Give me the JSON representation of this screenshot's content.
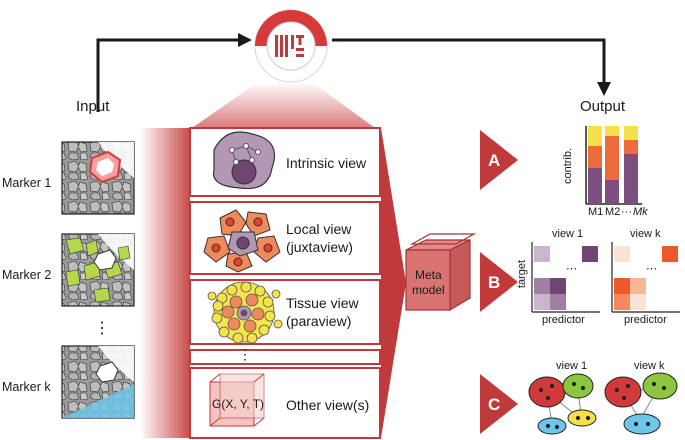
{
  "header": {
    "input_label": "Input",
    "output_label": "Output"
  },
  "markers": [
    {
      "label": "Marker 1"
    },
    {
      "label": "Marker 2"
    },
    {
      "label": "Marker k"
    }
  ],
  "marker_ellipsis": "⋮",
  "views": [
    {
      "line1": "Intrinsic view",
      "line2": ""
    },
    {
      "line1": "Local view",
      "line2": "(juxtaview)"
    },
    {
      "line1": "Tissue view",
      "line2": "(paraview)"
    },
    {
      "line1": "Other view(s)",
      "line2": "",
      "box_label": "G(X, Y, T)"
    }
  ],
  "view_ellipsis": "⋮",
  "meta_model": {
    "line1": "Meta",
    "line2": "model"
  },
  "outputs": {
    "A": {
      "letter": "A",
      "ylabel": "contrib.",
      "xticks": [
        "M1",
        "M2",
        "···",
        "Mk"
      ]
    },
    "B": {
      "letter": "B",
      "view1_title": "view 1",
      "viewk_title": "view k",
      "ylabel": "target",
      "xlabel": "predictor",
      "ellipsis": "⋯"
    },
    "C": {
      "letter": "C",
      "view1_title": "view 1",
      "viewk_title": "view k"
    }
  },
  "colors": {
    "red": "#c0393b",
    "purple": "#7b4f7e",
    "orange": "#ee6a3a",
    "yellow": "#f6e04a",
    "lime": "#b4d84a",
    "light_blue": "#6ec6ea",
    "cell_gray": "#a9a9a9"
  }
}
